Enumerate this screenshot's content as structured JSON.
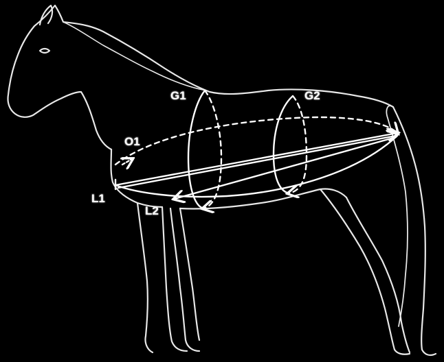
{
  "figure": {
    "background": "#000000",
    "line_color": "#ffffff",
    "subject": "horse-outline-drawing"
  },
  "labels": {
    "g1": "G1",
    "g2": "G2",
    "o1": "O1",
    "l1": "L1",
    "l2": "L2"
  }
}
